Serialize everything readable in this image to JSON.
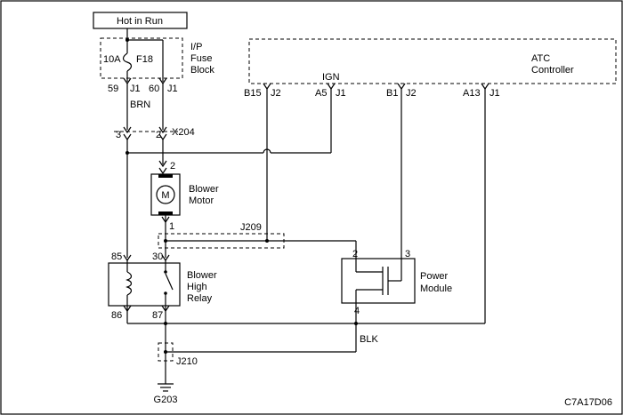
{
  "diagram": {
    "power_label": "Hot in Run",
    "fuse_block": {
      "name_line1": "I/P",
      "name_line2": "Fuse",
      "name_line3": "Block",
      "fuse_rating": "10A",
      "fuse_id": "F18"
    },
    "fuse_pins": {
      "left_num": "59",
      "left_conn": "J1",
      "right_num": "60",
      "right_conn": "J1"
    },
    "atc": {
      "name_line1": "ATC",
      "name_line2": "Controller",
      "ign_label": "IGN",
      "pins": [
        {
          "num": "B15",
          "conn": "J2"
        },
        {
          "num": "A5",
          "conn": "J1"
        },
        {
          "num": "B1",
          "conn": "J2"
        },
        {
          "num": "A13",
          "conn": "J1"
        }
      ]
    },
    "wire_brn": "BRN",
    "wire_blk": "BLK",
    "x204": {
      "name": "X204",
      "pin_left": "3",
      "pin_right": "2"
    },
    "blower_motor": {
      "line1": "Blower",
      "line2": "Motor",
      "symbol": "M",
      "pin_top": "2",
      "pin_bottom": "1"
    },
    "j209": "J209",
    "relay": {
      "line1": "Blower",
      "line2": "High",
      "line3": "Relay",
      "pin85": "85",
      "pin30": "30",
      "pin86": "86",
      "pin87": "87"
    },
    "power_module": {
      "line1": "Power",
      "line2": "Module",
      "pin2": "2",
      "pin3": "3",
      "pin4": "4"
    },
    "j210": "J210",
    "ground": "G203",
    "figure_code": "C7A17D06"
  }
}
